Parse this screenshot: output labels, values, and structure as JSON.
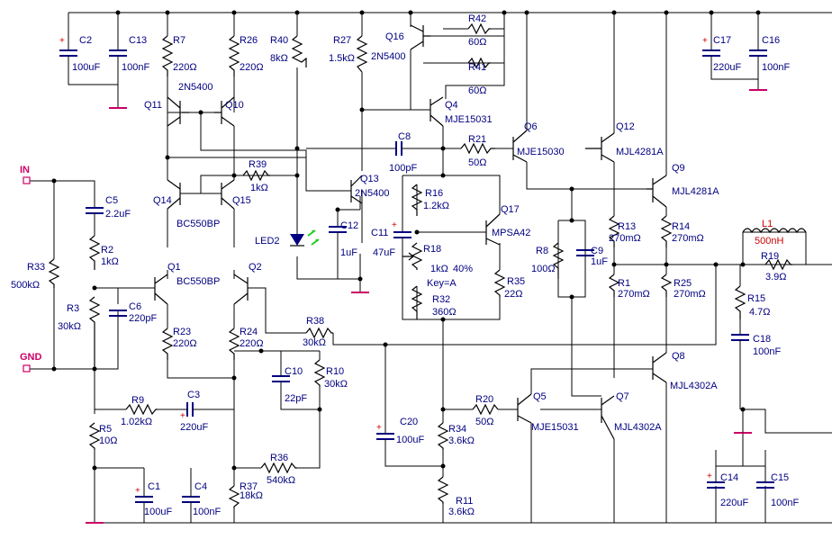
{
  "ports": {
    "in": "IN",
    "gnd": "GND"
  },
  "parts": {
    "C2": [
      "C2",
      "100uF"
    ],
    "C13": [
      "C13",
      "100nF"
    ],
    "R7": [
      "R7",
      "220Ω"
    ],
    "R26": [
      "R26",
      "220Ω"
    ],
    "R40": [
      "R40",
      "8kΩ"
    ],
    "R27": [
      "R27",
      "1.5kΩ"
    ],
    "Q16": [
      "Q16",
      "2N5400"
    ],
    "R42": [
      "R42",
      "60Ω"
    ],
    "R41": [
      "R41",
      "60Ω"
    ],
    "C17": [
      "C17",
      "220uF"
    ],
    "C16": [
      "C16",
      "100nF"
    ],
    "Q11": [
      "Q11",
      "2N5400"
    ],
    "Q10": [
      "Q10"
    ],
    "Q4": [
      "Q4",
      "MJE15031"
    ],
    "C8": [
      "C8",
      "100pF"
    ],
    "R21": [
      "R21",
      "50Ω"
    ],
    "Q6": [
      "Q6",
      "MJE15030"
    ],
    "Q12": [
      "Q12",
      "MJL4281A"
    ],
    "Q9": [
      "Q9",
      "MJL4281A"
    ],
    "R39": [
      "R39",
      "1kΩ"
    ],
    "Q13": [
      "Q13",
      "2N5400"
    ],
    "C5": [
      "C5",
      "2.2uF"
    ],
    "Q14": [
      "Q14",
      "BC550BP"
    ],
    "Q15": [
      "Q15"
    ],
    "R16": [
      "R16",
      "1.2kΩ"
    ],
    "Q17": [
      "Q17",
      "MPSA42"
    ],
    "C12": [
      "C12",
      "1uF"
    ],
    "LED2": [
      "LED2"
    ],
    "C11": [
      "C11",
      "47uF"
    ],
    "R18": [
      "R18",
      "1kΩ",
      "40%",
      "Key=A"
    ],
    "R13": [
      "R13",
      "270mΩ"
    ],
    "R14": [
      "R14",
      "270mΩ"
    ],
    "L1": [
      "L1",
      "500nH"
    ],
    "R19": [
      "R19",
      "3.9Ω"
    ],
    "R2": [
      "R2",
      "1kΩ"
    ],
    "R33": [
      "R33",
      "500kΩ"
    ],
    "Q1": [
      "Q1",
      "BC550BP"
    ],
    "Q2": [
      "Q2"
    ],
    "R8": [
      "R8",
      "100Ω"
    ],
    "C9": [
      "C9",
      "1uF"
    ],
    "R35": [
      "R35",
      "22Ω"
    ],
    "R32": [
      "R32",
      "360Ω"
    ],
    "R1": [
      "R1",
      "270mΩ"
    ],
    "R25": [
      "R25",
      "270mΩ"
    ],
    "R15": [
      "R15",
      "4.7Ω"
    ],
    "R3": [
      "R3",
      "30kΩ"
    ],
    "C6": [
      "C6",
      "220pF"
    ],
    "R23": [
      "R23",
      "220Ω"
    ],
    "R24": [
      "R24",
      "220Ω"
    ],
    "R38": [
      "R38",
      "30kΩ"
    ],
    "C18": [
      "C18",
      "100nF"
    ],
    "C10": [
      "C10",
      "22pF"
    ],
    "R10": [
      "R10",
      "30kΩ"
    ],
    "Q8": [
      "Q8",
      "MJL4302A"
    ],
    "R9": [
      "R9",
      "1.02kΩ"
    ],
    "C3": [
      "C3",
      "220uF"
    ],
    "R20": [
      "R20",
      "50Ω"
    ],
    "Q5": [
      "Q5",
      "MJE15031"
    ],
    "Q7": [
      "Q7",
      "MJL4302A"
    ],
    "C20": [
      "C20",
      "100uF"
    ],
    "R34": [
      "R34",
      "3.6kΩ"
    ],
    "R5": [
      "R5",
      "10Ω"
    ],
    "R36": [
      "R36",
      "540kΩ"
    ],
    "C1": [
      "C1",
      "100uF"
    ],
    "C4": [
      "C4",
      "100nF"
    ],
    "R37": [
      "R37",
      "18kΩ"
    ],
    "R11": [
      "R11",
      "3.6kΩ"
    ],
    "C14": [
      "C14",
      "220uF"
    ],
    "C15": [
      "C15",
      "100nF"
    ]
  },
  "colors": {
    "wire": "#000000",
    "label": "#000080",
    "port": "#cc0066",
    "led_arrow": "#22cc22",
    "inductor_label": "#cc0000"
  }
}
